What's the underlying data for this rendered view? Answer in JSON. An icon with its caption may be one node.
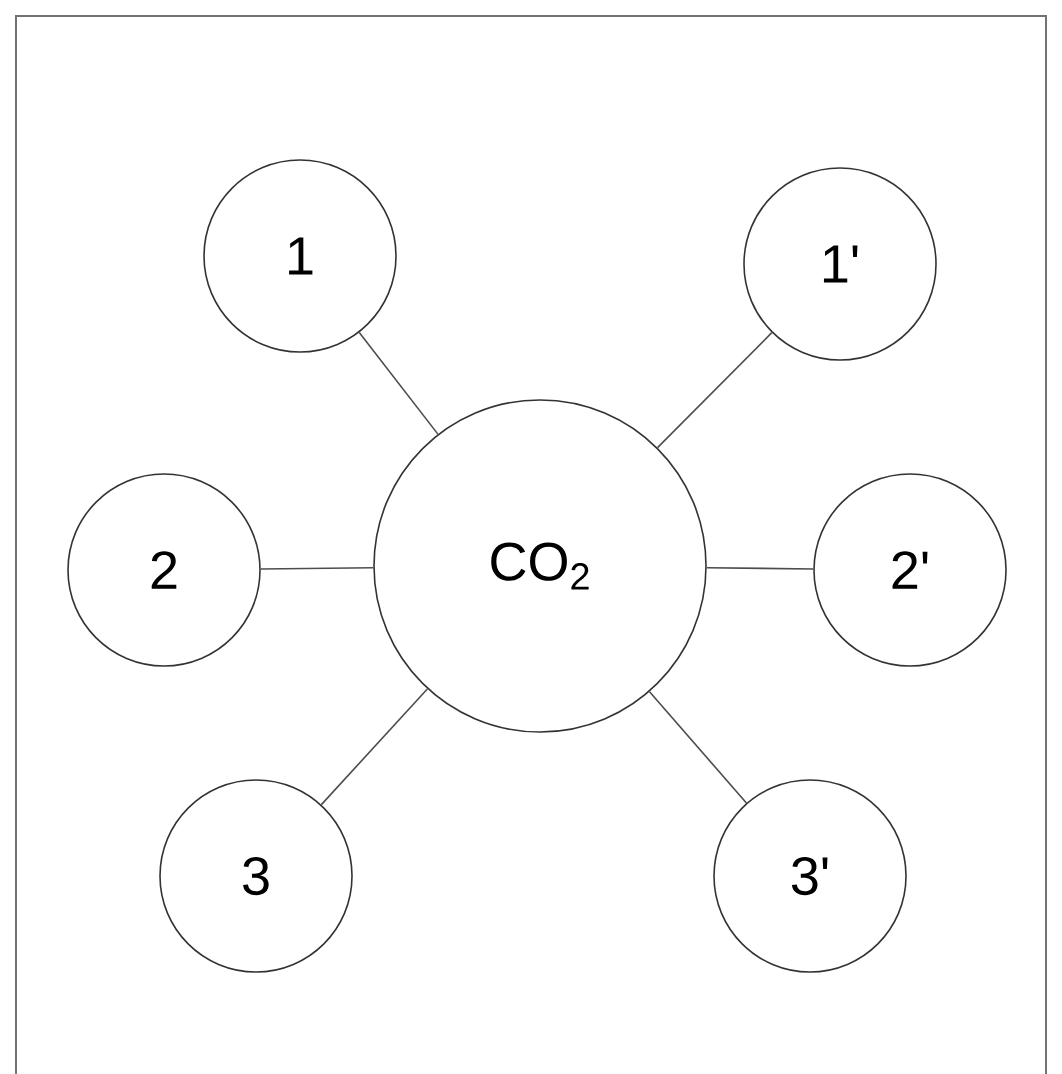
{
  "diagram": {
    "nodes": [
      {
        "text": [
          "1"
        ]
      },
      {
        "text": [
          "1'"
        ]
      },
      {
        "text": [
          "2"
        ]
      },
      {
        "text": [
          "CO$_{2}$"
        ]
      },
      {
        "text": [
          "2'"
        ]
      },
      {
        "text": [
          "3"
        ]
      },
      {
        "text": [
          "3'"
        ]
      }
    ],
    "edges": [
      {
        "from": 3,
        "to": 0,
        "arrow": "none"
      },
      {
        "from": 3,
        "to": 1,
        "arrow": "none"
      },
      {
        "from": 3,
        "to": 2,
        "arrow": "none"
      },
      {
        "from": 3,
        "to": 4,
        "arrow": "none"
      },
      {
        "from": 3,
        "to": 5,
        "arrow": "none"
      },
      {
        "from": 3,
        "to": 6,
        "arrow": "none"
      }
    ]
  }
}
